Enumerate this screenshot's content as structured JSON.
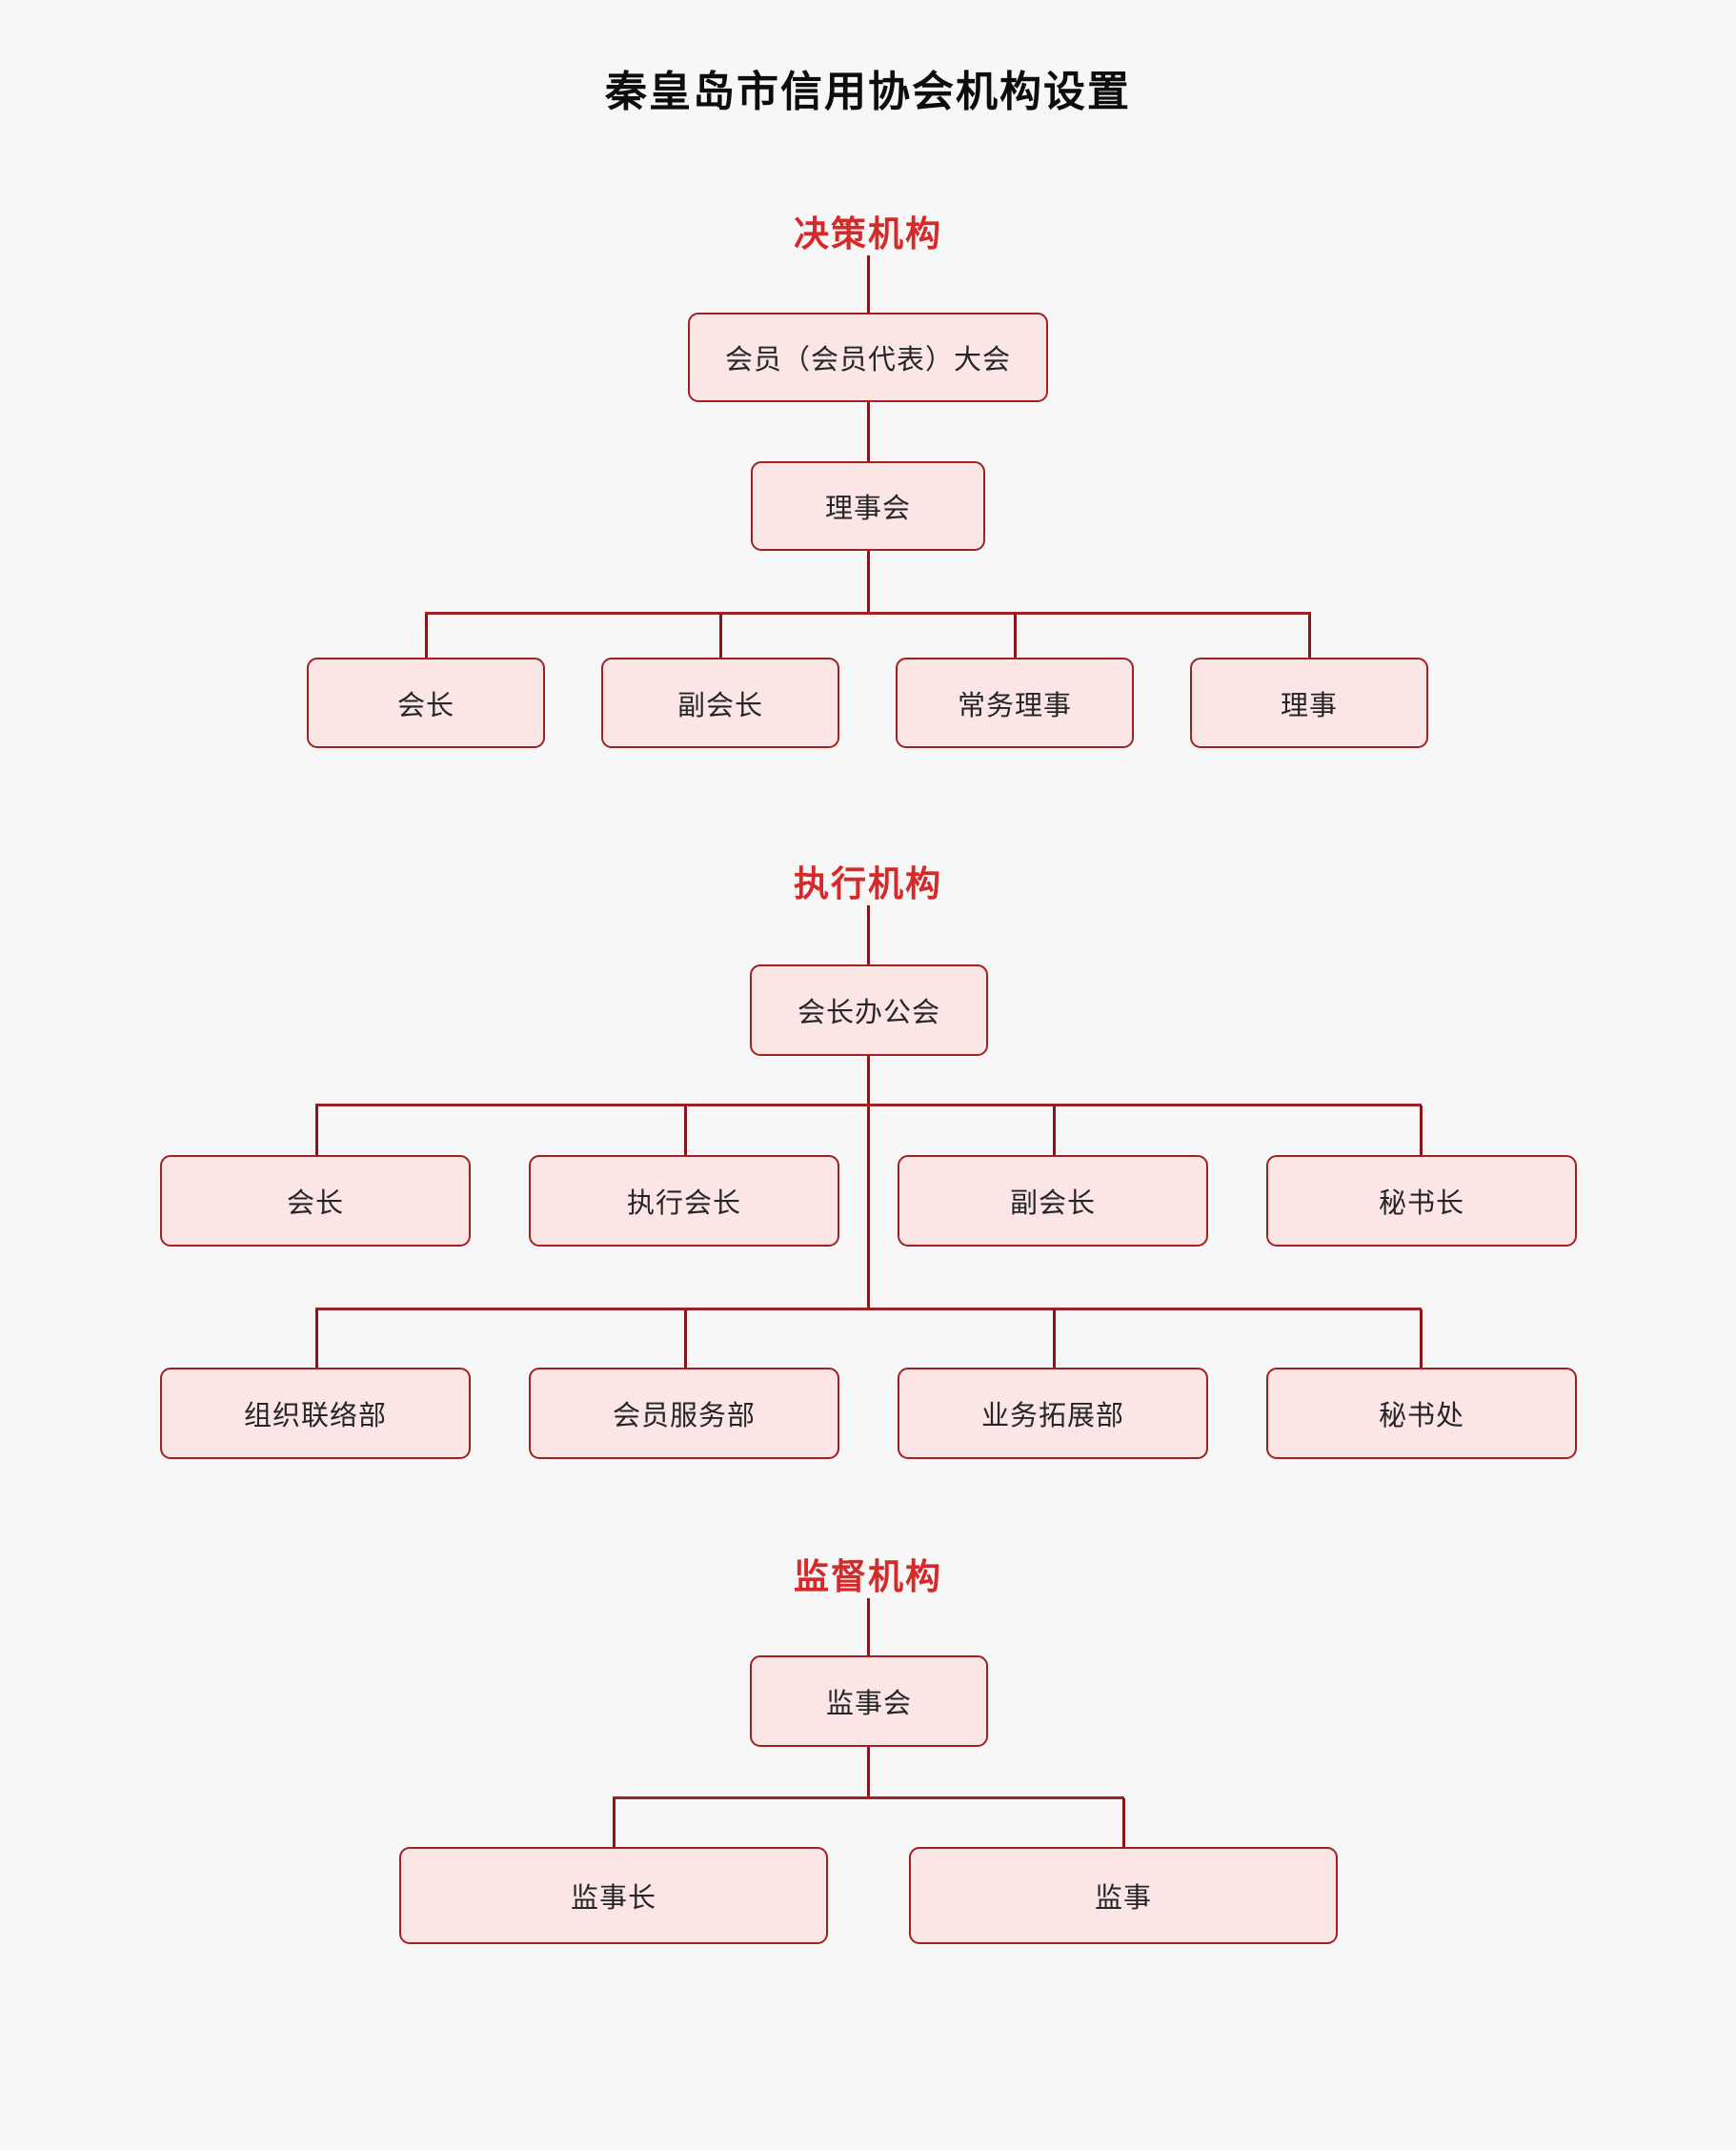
{
  "page": {
    "title": "秦皇岛市信用协会机构设置"
  },
  "colors": {
    "background": "#f7f7f7",
    "box_fill": "#fbe5e5",
    "box_border": "#9e2222",
    "connector_line": "#8b1518",
    "section_heading": "#d42a2a",
    "title_text": "#0d0d0d",
    "box_text": "#262626"
  },
  "sections": [
    {
      "heading": "决策机构",
      "root": "会员（会员代表）大会",
      "mid": "理事会",
      "children": [
        "会长",
        "副会长",
        "常务理事",
        "理事"
      ]
    },
    {
      "heading": "执行机构",
      "root": "会长办公会",
      "row1": [
        "会长",
        "执行会长",
        "副会长",
        "秘书长"
      ],
      "row2": [
        "组织联络部",
        "会员服务部",
        "业务拓展部",
        "秘书处"
      ]
    },
    {
      "heading": "监督机构",
      "root": "监事会",
      "children": [
        "监事长",
        "监事"
      ]
    }
  ]
}
